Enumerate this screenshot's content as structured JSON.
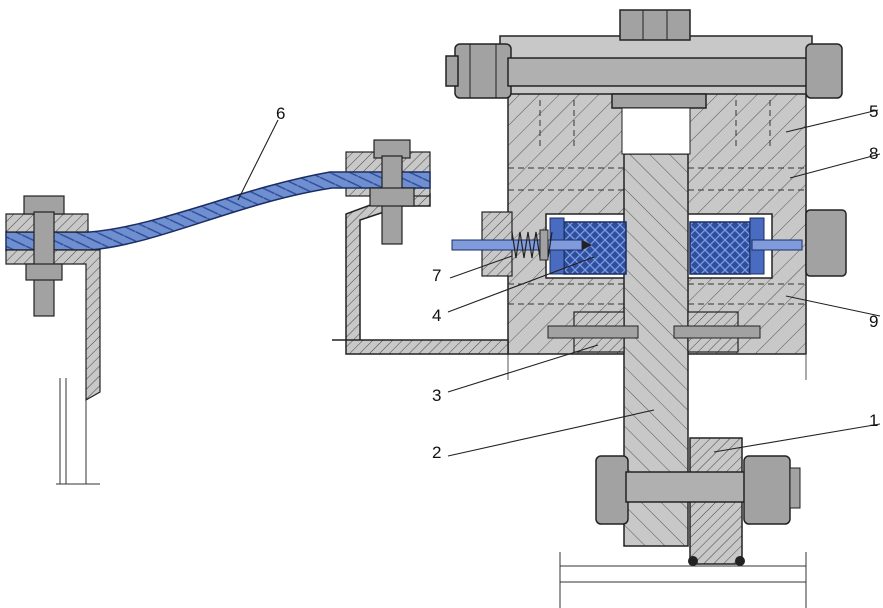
{
  "colors": {
    "metal": "#c8c8c8",
    "metal_dark": "#9e9e9e",
    "bolt": "#a2a2a2",
    "packing": "#2e4e9e",
    "strap": "#6f8fd0",
    "line": "#222222"
  },
  "callouts": [
    {
      "id": "c1",
      "number": "1"
    },
    {
      "id": "c2",
      "number": "2"
    },
    {
      "id": "c3",
      "number": "3"
    },
    {
      "id": "c4",
      "number": "4"
    },
    {
      "id": "c5",
      "number": "5"
    },
    {
      "id": "c6",
      "number": "6"
    },
    {
      "id": "c7",
      "number": "7"
    },
    {
      "id": "c8",
      "number": "8"
    },
    {
      "id": "c9",
      "number": "9"
    }
  ]
}
